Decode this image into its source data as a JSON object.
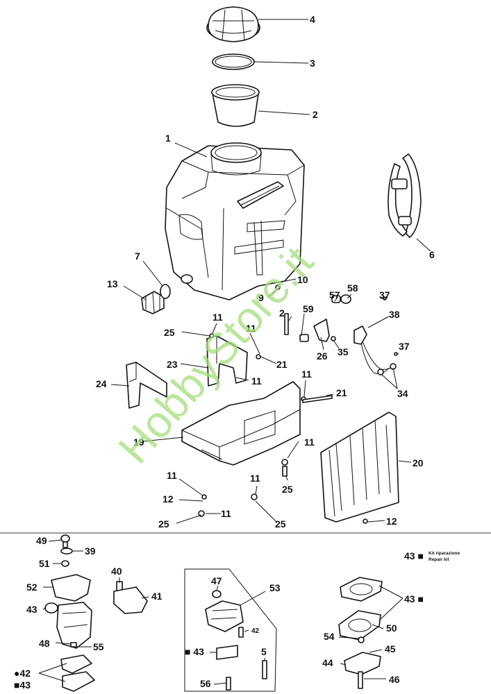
{
  "watermark": "HobbyStore.it",
  "kit_note": {
    "number": "43 ■",
    "line1": "Kit riparazione",
    "line2": "Repair kit"
  },
  "labels": {
    "p4": "4",
    "p3": "3",
    "p2": "2",
    "p1": "1",
    "p6": "6",
    "p7": "7",
    "p13": "13",
    "p9": "9",
    "p10": "10",
    "p57": "57",
    "p58": "58",
    "p37a": "37",
    "p38": "38",
    "p59": "59",
    "p2b": "2",
    "p26": "26",
    "p35": "35",
    "p37b": "37",
    "p34": "34",
    "p25a": "25",
    "p11a": "11",
    "p11b": "11",
    "p21a": "21",
    "p23": "23",
    "p11c": "11",
    "p24": "24",
    "p11d": "11",
    "p21b": "21",
    "p19": "19",
    "p11e": "11",
    "p20": "20",
    "p11f": "11",
    "p12a": "12",
    "p11g": "11",
    "p25b": "25",
    "p11h": "11",
    "p25c": "25",
    "p25d": "25",
    "p12b": "12",
    "c49": "49",
    "c39": "39",
    "c51": "51",
    "c52": "52",
    "c43a": "43",
    "c48": "48",
    "c55": "55",
    "c42a": "●42",
    "c43b": "■43",
    "c40": "40",
    "c41": "41",
    "c47": "47",
    "c53": "53",
    "c42b": "42",
    "c43c": "■ 43",
    "c5": "5",
    "c56": "56",
    "c43d": "43 ■",
    "c54": "54",
    "c50": "50",
    "c45": "45",
    "c44": "44",
    "c46": "46"
  }
}
